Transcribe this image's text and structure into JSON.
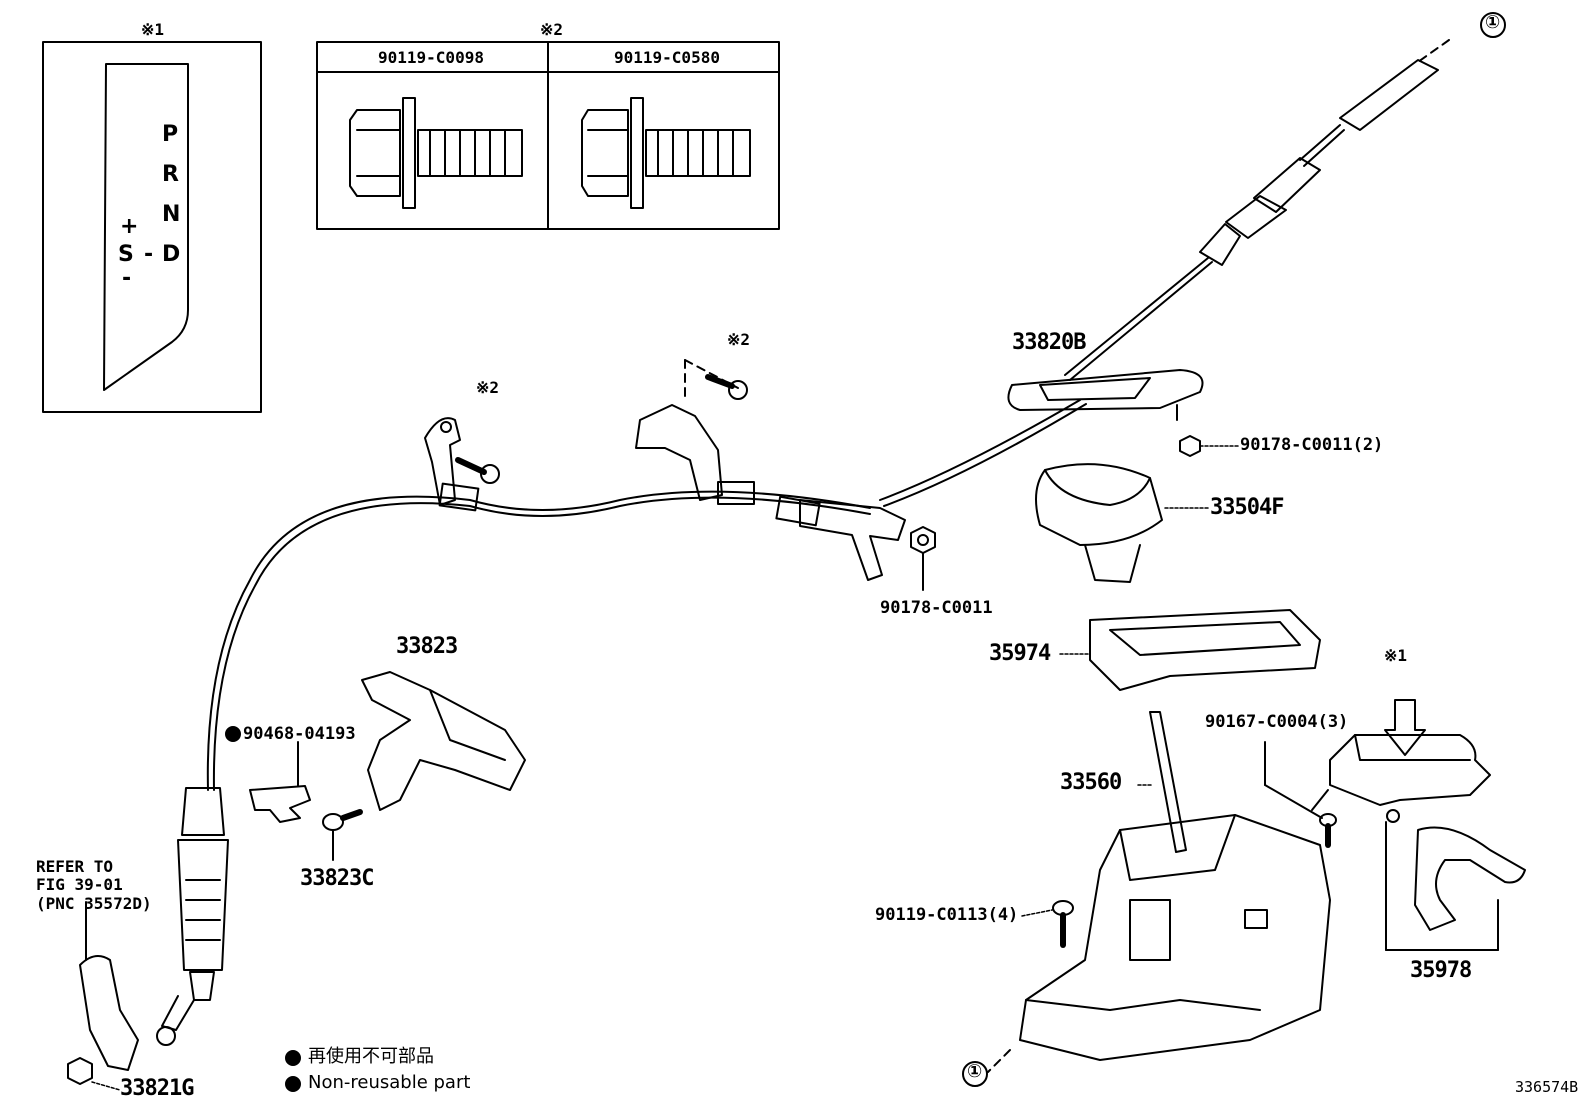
{
  "diagram_id": "336574B",
  "legend": {
    "symbol": "●",
    "japanese": "再使用不可部品",
    "english": "Non-reusable part"
  },
  "inset_1": {
    "mark": "※1",
    "gears": [
      "P",
      "R",
      "N",
      "D",
      "S",
      "+",
      "-",
      "-"
    ]
  },
  "inset_2": {
    "mark": "※2",
    "bolts": [
      "90119-C0098",
      "90119-C0580"
    ]
  },
  "callout_1": "①",
  "parts": {
    "p33820B": "33820B",
    "p90178_C0011_2": "90178-C0011(2)",
    "p33504F": "33504F",
    "p90178_C0011": "90178-C0011",
    "p35974": "35974",
    "p33823": "33823",
    "p90468_04193": "90468-04193",
    "p33823C": "33823C",
    "p90167_C0004_3": "90167-C0004(3)",
    "p33560": "33560",
    "p90119_C0113_4": "90119-C0113(4)",
    "p35978": "35978",
    "p33821G": "33821G",
    "note_mark_2a": "※2",
    "note_mark_2b": "※2",
    "note_mark_1": "※1"
  },
  "refer": "REFER TO\nFIG 39-01\n(PNC 35572D)"
}
